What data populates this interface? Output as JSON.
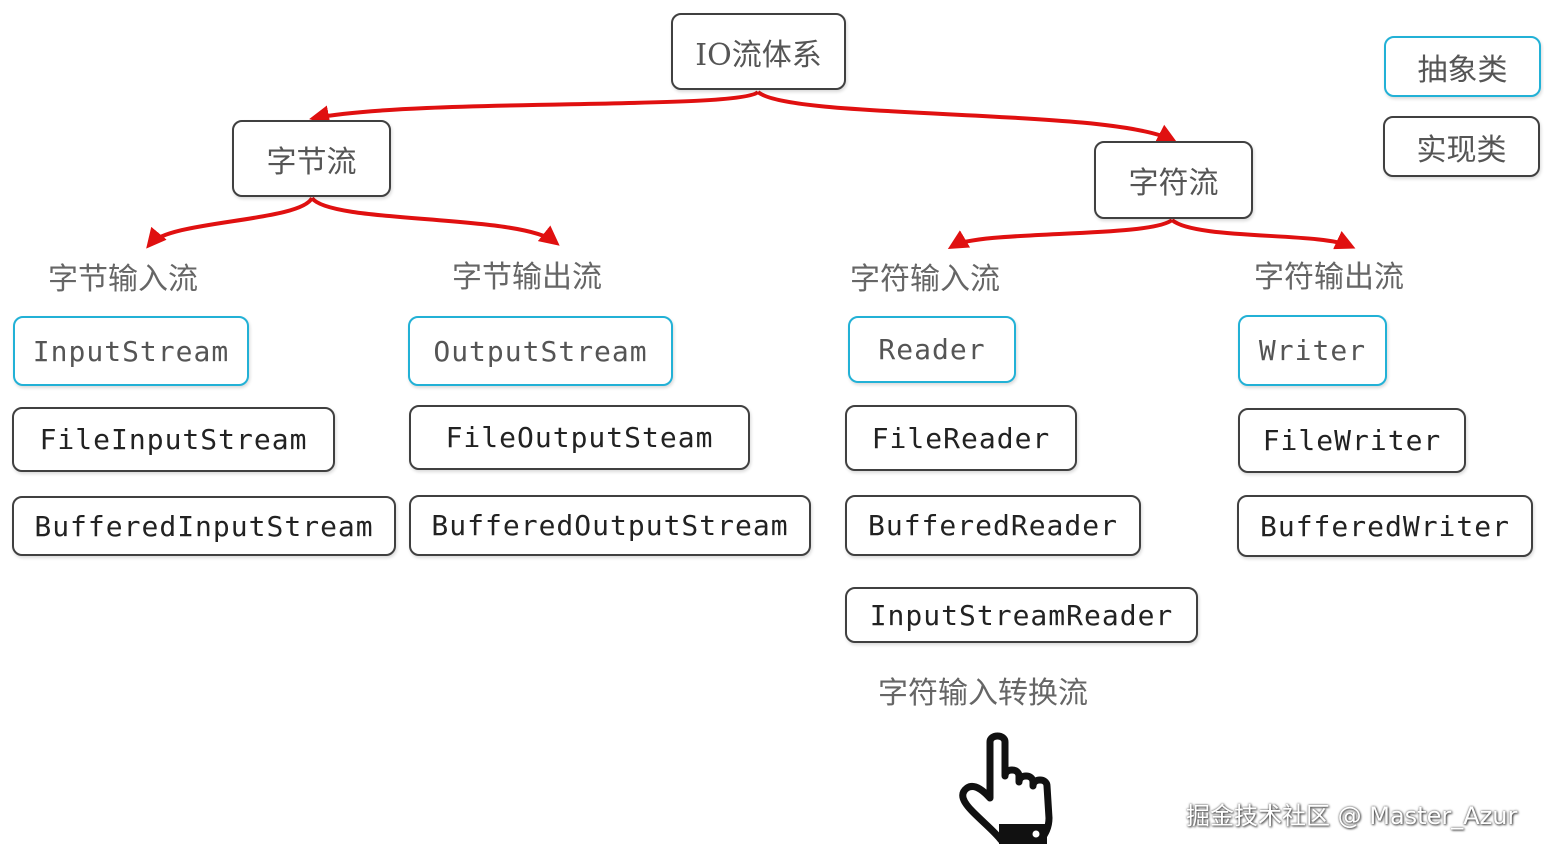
{
  "root": {
    "label": "IO流体系"
  },
  "legend": {
    "abstract": "抽象类",
    "concrete": "实现类"
  },
  "byte_stream": {
    "label": "字节流",
    "input": {
      "label": "字节输入流",
      "abstract": "InputStream",
      "classes": [
        "FileInputStream",
        "BufferedInputStream"
      ]
    },
    "output": {
      "label": "字节输出流",
      "abstract": "OutputStream",
      "classes": [
        "FileOutputSteam",
        "BufferedOutputStream"
      ]
    }
  },
  "char_stream": {
    "label": "字符流",
    "input": {
      "label": "字符输入流",
      "abstract": "Reader",
      "classes": [
        "FileReader",
        "BufferedReader",
        "InputStreamReader"
      ],
      "extra_label": "字符输入转换流"
    },
    "output": {
      "label": "字符输出流",
      "abstract": "Writer",
      "classes": [
        "FileWriter",
        "BufferedWriter"
      ]
    }
  },
  "watermark": "掘金技术社区 @ Master_Azur",
  "colors": {
    "arrow": "#e01010",
    "abstract_border": "#22b1d6",
    "concrete_border": "#404040"
  },
  "icons": {
    "cursor": "hand-pointer-icon"
  }
}
